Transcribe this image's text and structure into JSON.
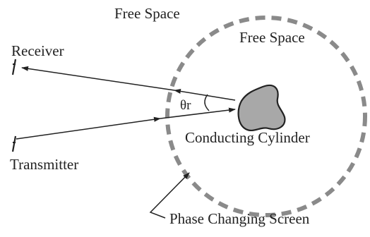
{
  "diagram": {
    "labels": {
      "free_space_outer": "Free Space",
      "free_space_inner": "Free Space",
      "receiver": "Receiver",
      "transmitter": "Transmitter",
      "angle": "θr",
      "cylinder": "Conducting Cylinder",
      "screen": "Phase Changing Screen"
    },
    "colors": {
      "line": "#222222",
      "screen_dash": "#8a8a8a",
      "cylinder_fill": "#a8a8a8",
      "background": "#ffffff"
    },
    "icons": {
      "receiver": "antenna-icon",
      "transmitter": "antenna-icon"
    }
  }
}
